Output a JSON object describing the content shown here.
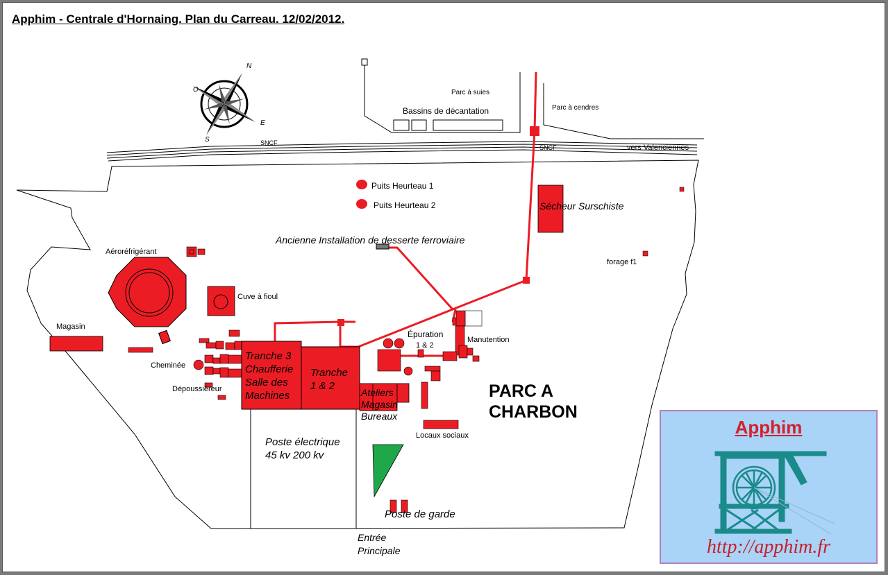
{
  "title": "Apphim - Centrale d'Hornaing. Plan du Carreau. 12/02/2012.",
  "compass": {
    "n": "N",
    "e": "E",
    "s": "S",
    "o": "O"
  },
  "labels": {
    "parc_suies": "Parc à suies",
    "bassins": "Bassins de décantation",
    "parc_cendres": "Parc à cendres",
    "sncf_1": "SNCF",
    "sncf_2": "SNCF",
    "vers_valenciennes": "vers Valenciennes",
    "puits_1": "Puits Heurteau 1",
    "puits_2": "Puits Heurteau 2",
    "secheur": "Sécheur Surschiste",
    "ancienne_installation": "Ancienne Installation de desserte ferroviaire",
    "forage": "forage f1",
    "aerorefrigerant": "Aéroréfrigérant",
    "cuve_fioul": "Cuve à fioul",
    "magasin": "Magasin",
    "cheminee": "Cheminée",
    "depoussiereur": "Dépoussiéreur",
    "tranche3_l1": "Tranche 3",
    "tranche3_l2": "Chaufferie",
    "tranche3_l3": "Salle des",
    "tranche3_l4": "Machines",
    "tranche12_l1": "Tranche",
    "tranche12_l2": "1 & 2",
    "epuration_l1": "Épuration",
    "epuration_l2": "1 & 2",
    "manutention": "Manutention",
    "ateliers_l1": "Ateliers",
    "ateliers_l2": "Magasin",
    "ateliers_l3": "Bureaux",
    "parc_charbon_l1": "PARC A",
    "parc_charbon_l2": "CHARBON",
    "locaux_sociaux": "Locaux sociaux",
    "poste_electrique_l1": "Poste électrique",
    "poste_electrique_l2": "45 kv 200 kv",
    "poste_garde": "Poste de garde",
    "entree_l1": "Entrée",
    "entree_l2": "Principale"
  },
  "logo": {
    "title": "Apphim",
    "url": "http://apphim.fr"
  },
  "colors": {
    "building": "#ec1c24",
    "pylon": "#1a8a8a",
    "triangle": "#1fa84a",
    "logo_bg": "#a9d3f7"
  }
}
